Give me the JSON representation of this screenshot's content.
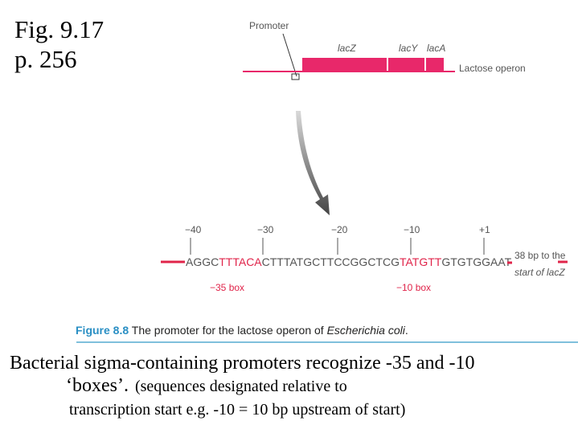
{
  "fig_label": {
    "line1": "Fig. 9.17",
    "line2": "p. 256"
  },
  "operon": {
    "promoter_label": "Promoter",
    "genes": [
      "lacZ",
      "lacY",
      "lacA"
    ],
    "operon_label": "Lactose operon"
  },
  "ruler": {
    "ticks": [
      "−40",
      "−30",
      "−20",
      "−10",
      "+1"
    ]
  },
  "sequence": {
    "seg1": "AGGC",
    "seg2": "TTTACA",
    "seg3": "CTTTATGCTTCCGGCTCG",
    "seg4": "TATGTT",
    "seg5": "GTGTGGAAT",
    "box35_label": "−35 box",
    "box10_label": "−10 box",
    "right_note_line1": "38 bp to the",
    "right_note_line2": "start of lacZ"
  },
  "caption": {
    "figure_label": "Figure 8.8",
    "text_before": "The promoter for the lactose operon of ",
    "organism": "Escherichia coli",
    "text_after": "."
  },
  "description": {
    "line1": "Bacterial sigma-containing promoters recognize -35 and -10",
    "line2_quoted": "‘boxes’.",
    "line2_rest": "(sequences designated relative to",
    "line3": "transcription start e.g. -10 = 10 bp upstream of start)"
  },
  "colors": {
    "accent_red": "#e0244a",
    "operon_fill": "#e8286a",
    "caption_blue": "#2a8fc4",
    "arrow_gray": "#555555"
  }
}
